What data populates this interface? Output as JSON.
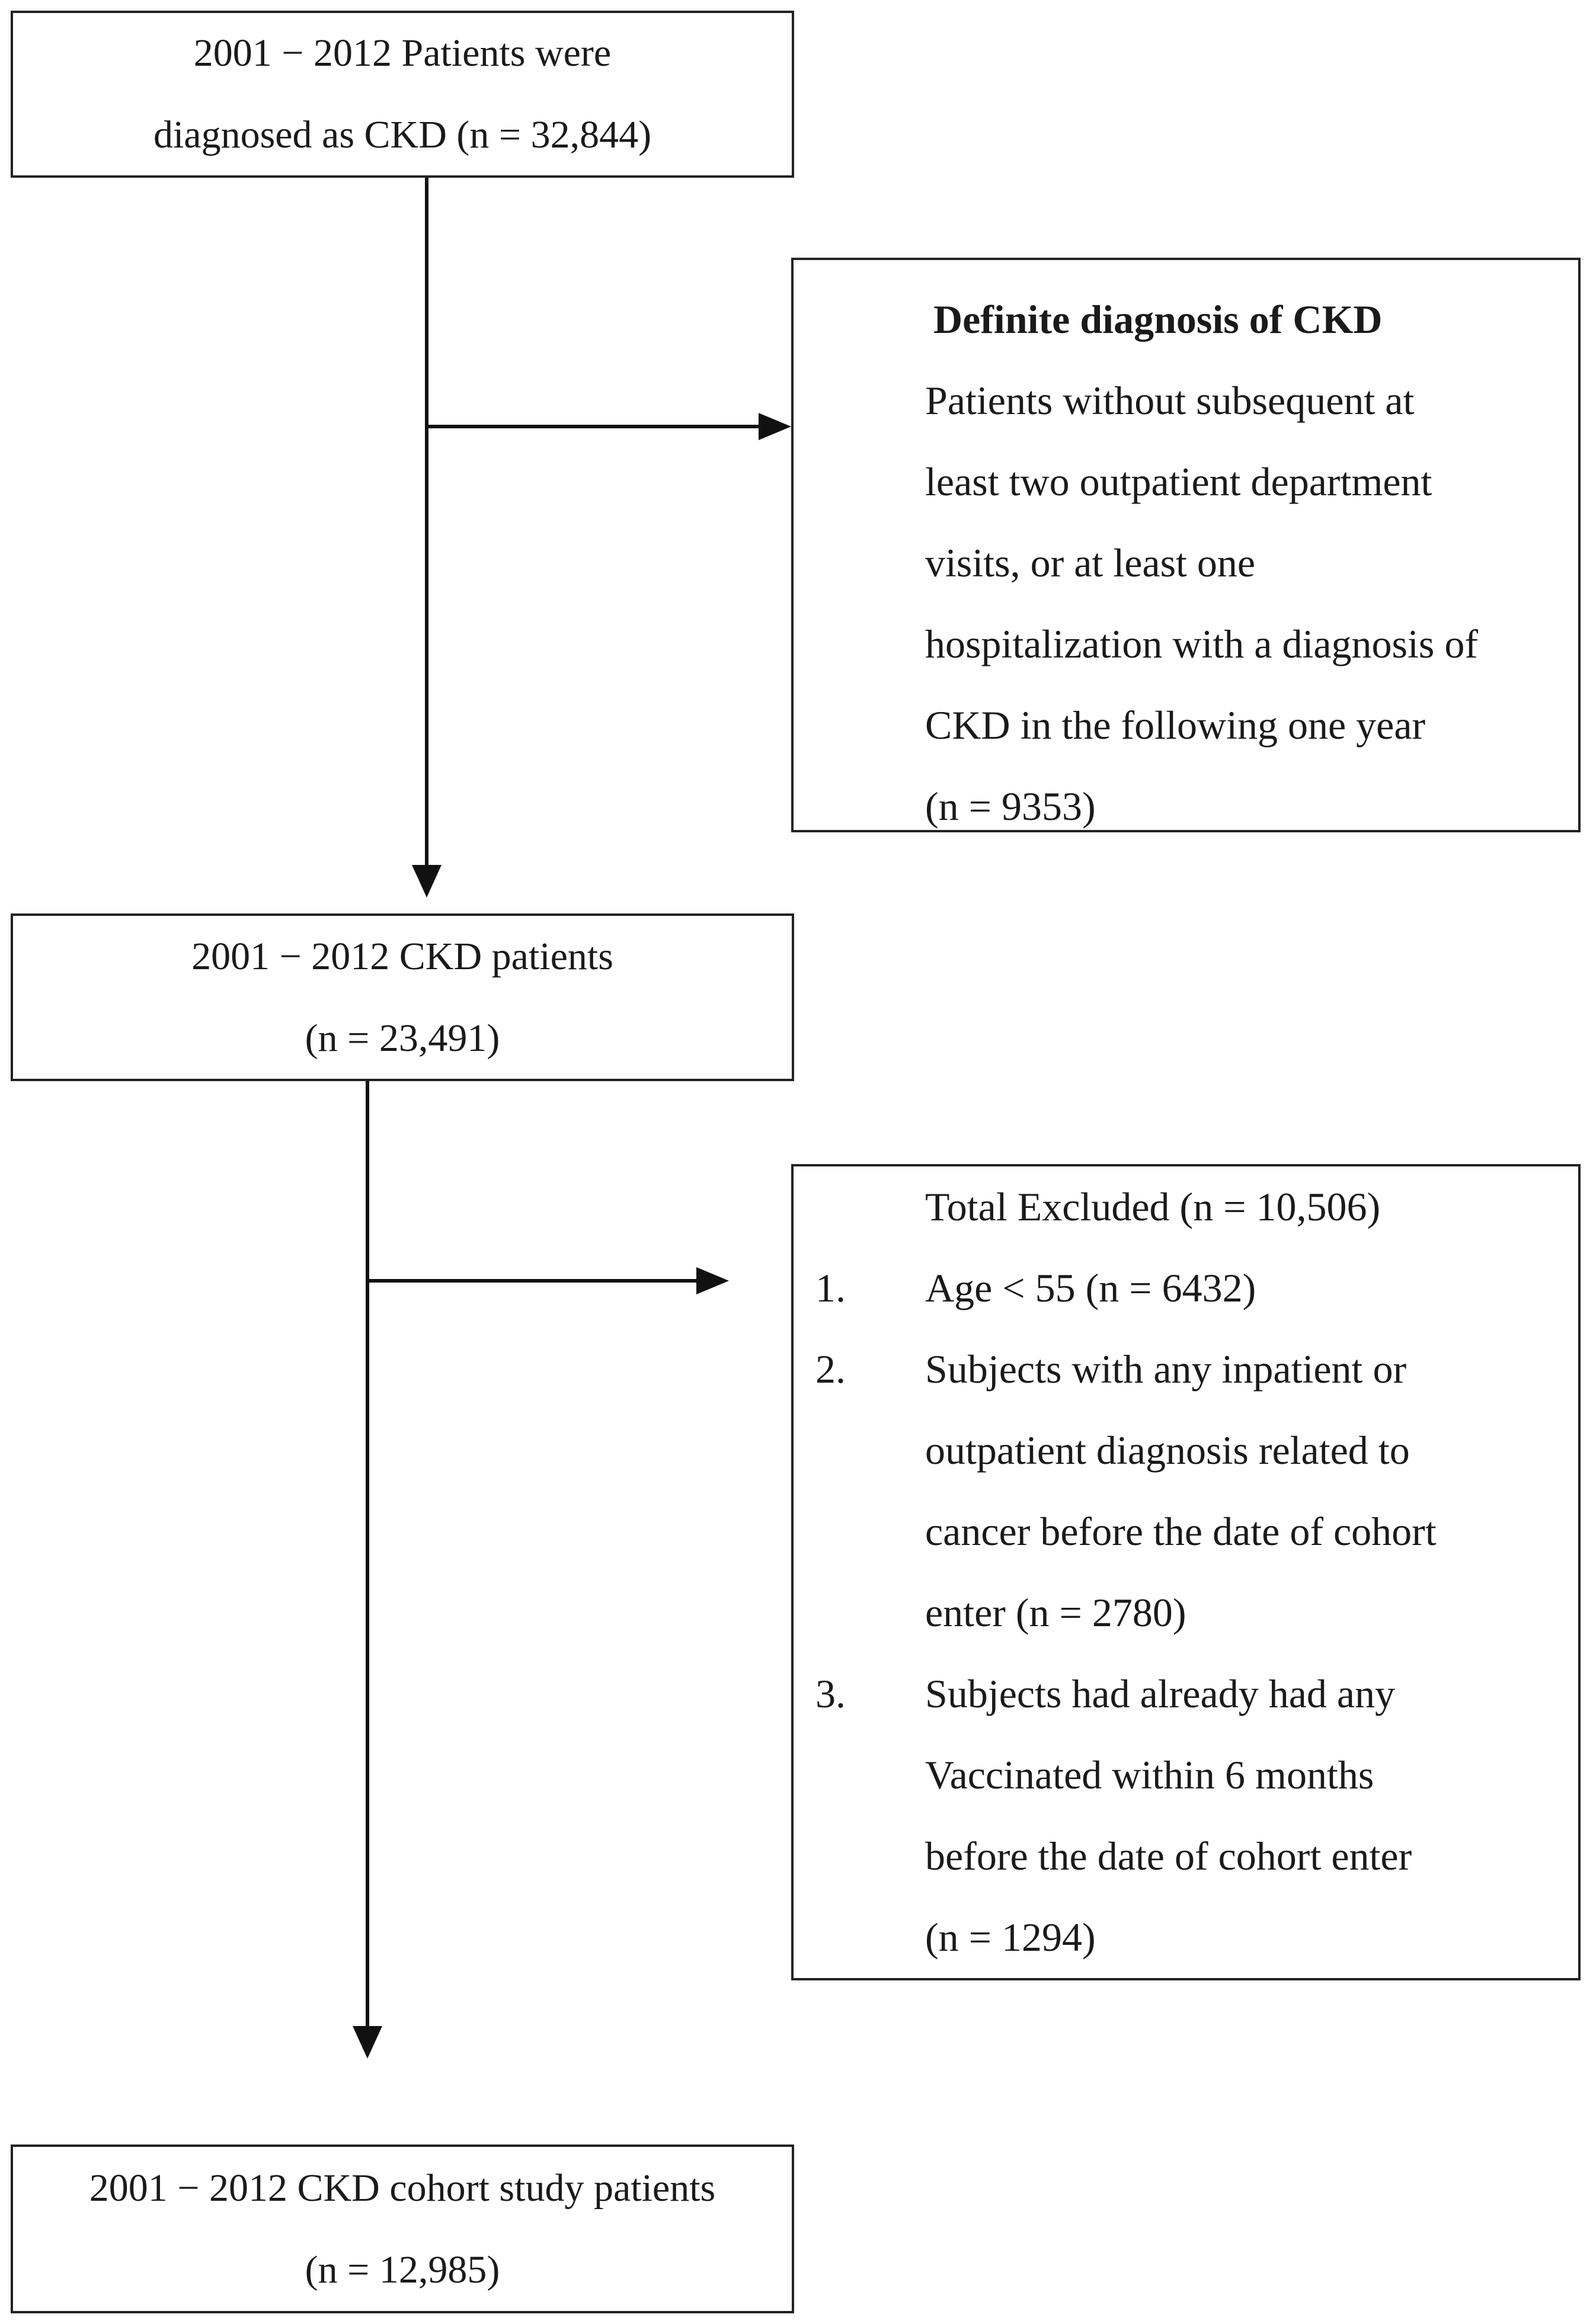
{
  "boxes": {
    "initial": {
      "line1": "2001 − 2012 Patients were",
      "line2": "diagnosed as CKD (n = 32,844)"
    },
    "definite": {
      "title": "Definite diagnosis of CKD",
      "lines": [
        "Patients without subsequent at",
        "least two outpatient department",
        "visits, or at least one",
        "hospitalization with a diagnosis of",
        "CKD in the following one year",
        "(n = 9353)"
      ]
    },
    "ckd": {
      "line1": "2001 − 2012 CKD patients",
      "line2": "(n = 23,491)"
    },
    "excluded": {
      "title": "Total Excluded (n = 10,506)",
      "items": [
        {
          "num": "1.",
          "lines": [
            "Age < 55 (n = 6432)"
          ]
        },
        {
          "num": "2.",
          "lines": [
            "Subjects with any inpatient or",
            "outpatient diagnosis related to",
            "cancer before the date of cohort",
            "enter (n = 2780)"
          ]
        },
        {
          "num": "3.",
          "lines": [
            "Subjects had already had any",
            "Vaccinated within 6 months",
            "before the date of cohort enter",
            "(n = 1294)"
          ]
        }
      ]
    },
    "cohort": {
      "line1": "2001 − 2012 CKD cohort study patients",
      "line2": "(n = 12,985)"
    }
  },
  "colors": {
    "line": "#111111",
    "border": "#222222",
    "text": "#1a1a1a"
  }
}
